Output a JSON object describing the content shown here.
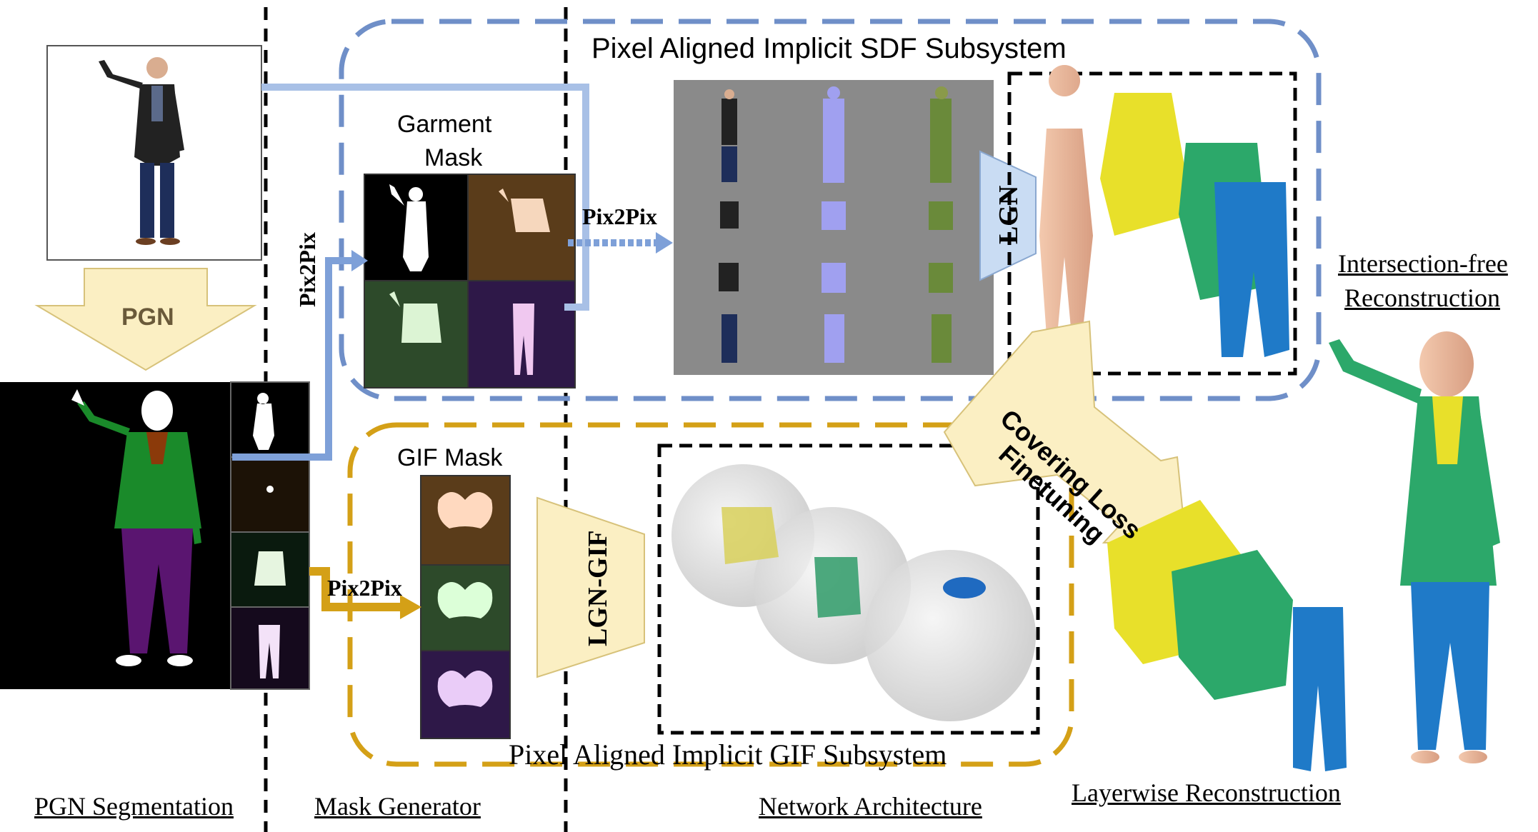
{
  "titles": {
    "sdf_subsystem": "Pixel Aligned Implicit SDF Subsystem",
    "gif_subsystem": "Pixel Aligned Implicit GIF Subsystem"
  },
  "stage_labels": {
    "pgn_segmentation": "PGN Segmentation",
    "mask_generator": "Mask Generator",
    "network_architecture": "Network Architecture",
    "layerwise_reconstruction": "Layerwise Reconstruction",
    "intersection_free_line1": "Intersection-free",
    "intersection_free_line2": "Reconstruction"
  },
  "blocks": {
    "pgn": "PGN",
    "lgn": "LGN",
    "lgn_gif": "LGN-GIF",
    "covering_loss_line1": "Covering Loss",
    "covering_loss_line2": "Finetuning"
  },
  "arrow_labels": {
    "pix2pix_vertical": "Pix2Pix",
    "pix2pix_top": "Pix2Pix",
    "pix2pix_bottom": "Pix2Pix"
  },
  "captions": {
    "garment_mask_line1": "Garment",
    "garment_mask_line2": "Mask",
    "gif_mask": "GIF Mask"
  },
  "colors": {
    "sdf_blue": "#6f8fc8",
    "gif_gold": "#d4a017",
    "arrow_fill": "#fbefc3",
    "lgn_fill": "#c9dcf3",
    "jacket_green": "#2ca86a",
    "jacket_yellow": "#e8e02a",
    "pants_blue": "#1f7ac8"
  }
}
